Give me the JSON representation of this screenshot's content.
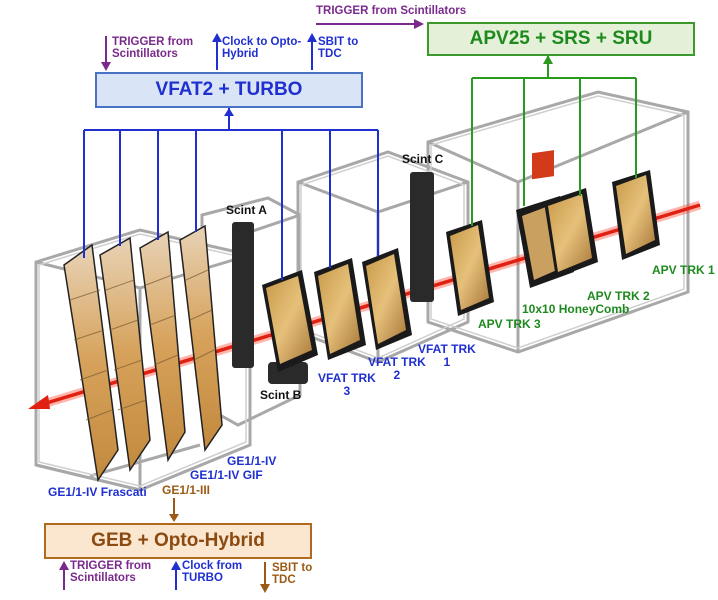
{
  "boxes": {
    "vfat": "VFAT2 + TURBO",
    "apv": "APV25 + SRS + SRU",
    "geb": "GEB + Opto-Hybrid"
  },
  "top_signals": {
    "trigger_scint_line1": "TRIGGER from",
    "trigger_scint_line2": "Scintillators",
    "clock_line1": "Clock to Opto-",
    "clock_line2": "Hybrid",
    "sbit_line1": "SBIT to",
    "sbit_line2": "TDC",
    "apv_trigger": "TRIGGER from Scintillators"
  },
  "bottom_signals": {
    "trigger_line1": "TRIGGER from",
    "trigger_line2": "Scintillators",
    "clock_line1": "Clock from",
    "clock_line2": "TURBO",
    "sbit_line1": "SBIT to",
    "sbit_line2": "TDC"
  },
  "scintillators": {
    "a": "Scint A",
    "b": "Scint B",
    "c": "Scint C"
  },
  "trackers": {
    "vfat3_line1": "VFAT TRK",
    "vfat3_line2": "3",
    "vfat2_line1": "VFAT TRK",
    "vfat2_line2": "2",
    "vfat1_line1": "VFAT TRK",
    "vfat1_line2": "1",
    "apv3": "APV TRK 3",
    "honeycomb": "10x10 HoneyComb",
    "apv2": "APV TRK 2",
    "apv1": "APV TRK 1"
  },
  "ge11": {
    "frascati": "GE1/1-IV Frascati",
    "iii": "GE1/1-III",
    "gif": "GE1/1-IV GIF",
    "iv": "GE1/1-IV"
  },
  "colors": {
    "vfat_blue": "#1f2fd0",
    "apv_green": "#1e8a1e",
    "geb_brown": "#9a5a14",
    "trigger_purple": "#7a2a8c",
    "beam_red": "#e02010"
  },
  "icons": {
    "beam": "red-beam-arrow",
    "detector": "gem-detector-plane"
  }
}
